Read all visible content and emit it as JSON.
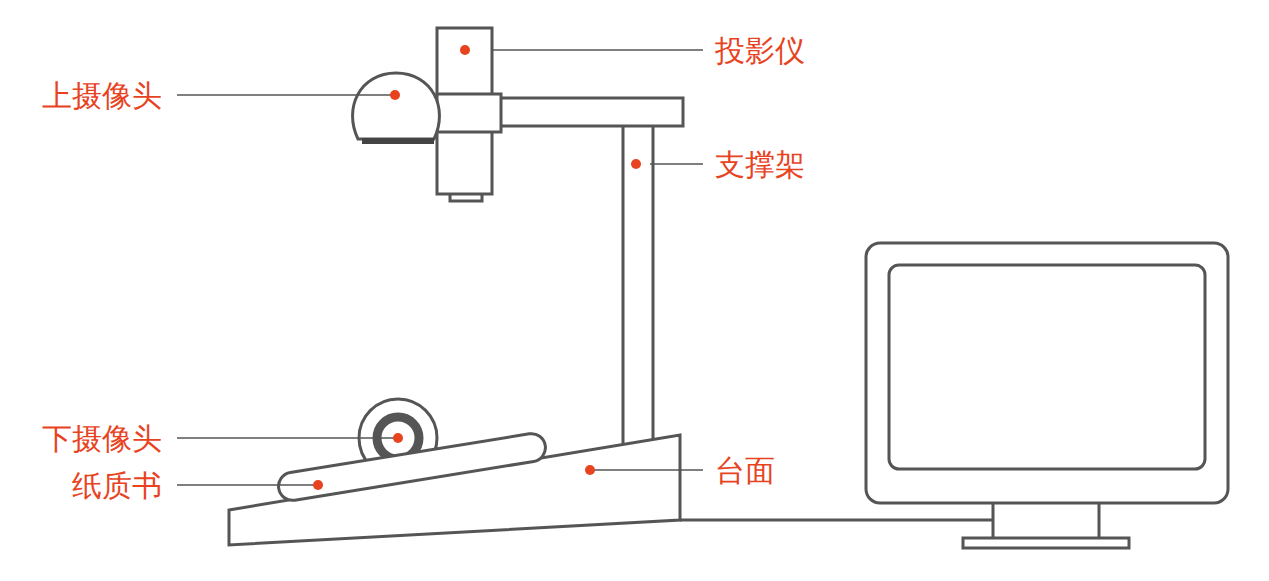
{
  "diagram": {
    "labels": [
      "投影仪",
      "上摄像头",
      "支撑架",
      "下摄像头",
      "纸质书",
      "台面"
    ]
  }
}
